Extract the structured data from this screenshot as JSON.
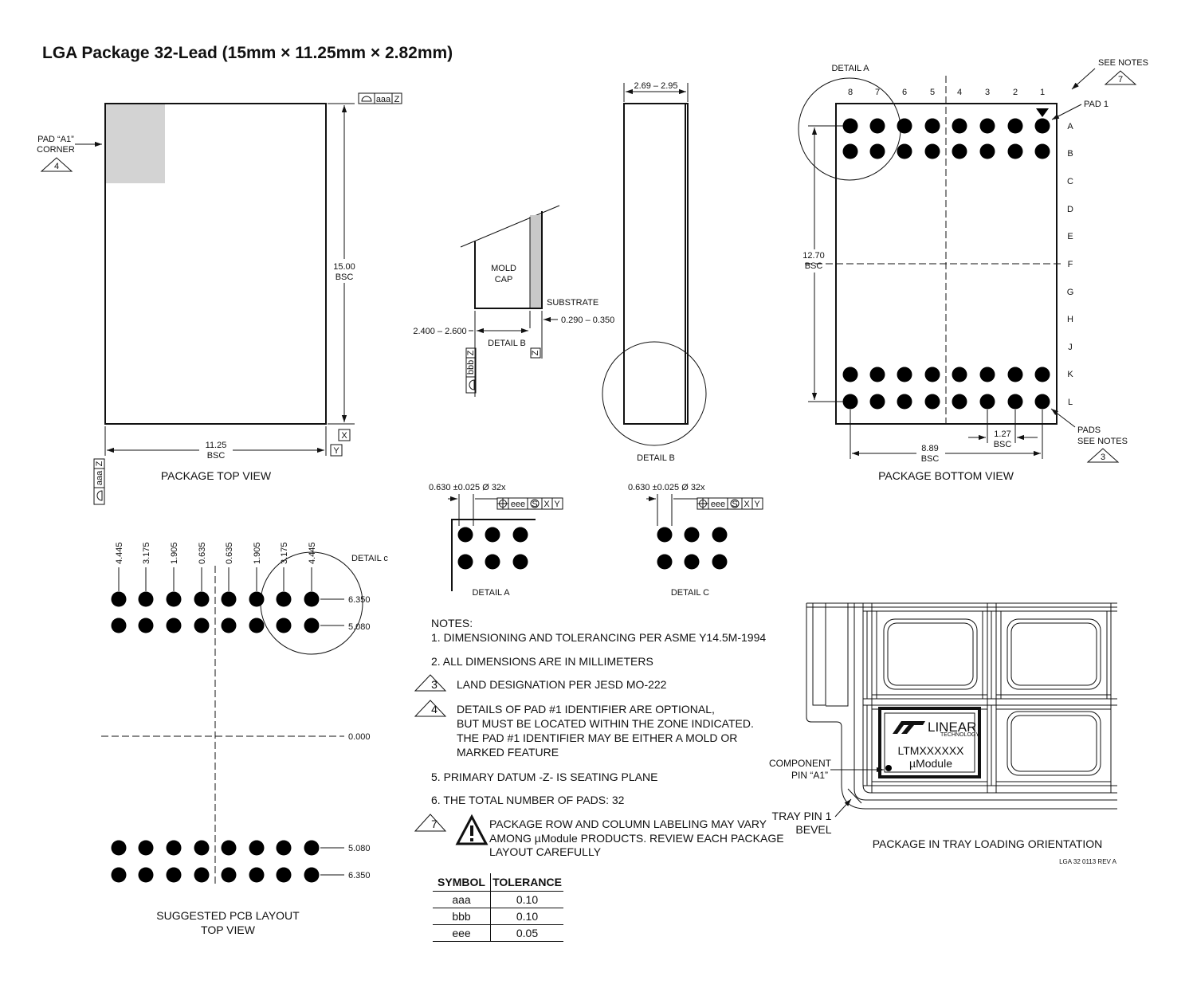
{
  "title": "LGA Package  32-Lead (15mm × 11.25mm × 2.82mm)",
  "top_view": {
    "caption": "PACKAGE TOP VIEW",
    "pad_a1_corner": [
      "PAD “A1”",
      "CORNER"
    ],
    "note_ref": "4",
    "height_dim": [
      "15.00",
      "BSC"
    ],
    "width_dim": [
      "11.25",
      "BSC"
    ],
    "datum_x": "X",
    "datum_y": "Y",
    "fcf_aaa": [
      "aaa",
      "Z"
    ]
  },
  "detail_b": {
    "mold_cap": [
      "MOLD",
      "CAP"
    ],
    "substrate": "SUBSTRATE",
    "sub_dim": "0.290 – 0.350",
    "mold_dim": "2.400 – 2.600",
    "label": "DETAIL B",
    "datum_z": "Z",
    "fcf_bbb": [
      "bbb",
      "Z"
    ]
  },
  "side_view": {
    "thickness_dim": "2.69 – 2.95",
    "detail_label": "DETAIL B"
  },
  "bottom_view": {
    "caption": "PACKAGE BOTTOM VIEW",
    "detail_a": "DETAIL A",
    "see_notes_7": "SEE NOTES",
    "note_7": "7",
    "pad1": "PAD 1",
    "columns": [
      "8",
      "7",
      "6",
      "5",
      "4",
      "3",
      "2",
      "1"
    ],
    "rows": [
      "A",
      "B",
      "C",
      "D",
      "E",
      "F",
      "G",
      "H",
      "J",
      "K",
      "L"
    ],
    "height_dim": [
      "12.70",
      "BSC"
    ],
    "width_dim": [
      "8.89",
      "BSC"
    ],
    "pitch_dim": [
      "1.27",
      "BSC"
    ],
    "pads_notes": [
      "PADS",
      "SEE NOTES"
    ],
    "note_3": "3"
  },
  "detail_a_view": {
    "dim": "0.630 ±0.025 Ø 32x",
    "fcf": [
      "eee",
      "S",
      "X",
      "Y"
    ],
    "label": "DETAIL A"
  },
  "detail_c_view": {
    "dim": "0.630 ±0.025 Ø 32x",
    "fcf": [
      "eee",
      "S",
      "X",
      "Y"
    ],
    "label": "DETAIL C"
  },
  "pcb_layout": {
    "caption": [
      "SUGGESTED PCB LAYOUT",
      "TOP VIEW"
    ],
    "detail_c": "DETAIL c",
    "x_labels": [
      "4.445",
      "3.175",
      "1.905",
      "0.635",
      "0.635",
      "1.905",
      "3.175",
      "4.445"
    ],
    "y_labels": [
      "6.350",
      "5.080",
      "0.000",
      "5.080",
      "6.350"
    ]
  },
  "notes": {
    "heading": "NOTES:",
    "n1": "1. DIMENSIONING AND TOLERANCING PER ASME Y14.5M-1994",
    "n2": "2. ALL DIMENSIONS ARE IN MILLIMETERS",
    "n3_num": "3",
    "n3": "LAND DESIGNATION PER JESD MO-222",
    "n4_num": "4",
    "n4": [
      "DETAILS OF PAD #1 IDENTIFIER ARE OPTIONAL,",
      "BUT MUST BE LOCATED WITHIN THE ZONE INDICATED.",
      "THE PAD #1 IDENTIFIER MAY BE EITHER A MOLD OR",
      "MARKED FEATURE"
    ],
    "n5": "5. PRIMARY DATUM -Z- IS SEATING PLANE",
    "n6": "6. THE TOTAL NUMBER OF PADS: 32",
    "n7_num": "7",
    "n7": [
      "PACKAGE ROW AND COLUMN LABELING MAY VARY",
      "AMONG µModule PRODUCTS. REVIEW EACH PACKAGE",
      "LAYOUT CAREFULLY"
    ]
  },
  "tolerance_table": {
    "headers": [
      "SYMBOL",
      "TOLERANCE"
    ],
    "rows": [
      [
        "aaa",
        "0.10"
      ],
      [
        "bbb",
        "0.10"
      ],
      [
        "eee",
        "0.05"
      ]
    ]
  },
  "tray": {
    "caption": "PACKAGE IN TRAY LOADING ORIENTATION",
    "brand": "LINEAR",
    "brand_sub": "TECHNOLOGY",
    "part": "LTMXXXXXX",
    "part_sub": "µModule",
    "component_pin": [
      "COMPONENT",
      "PIN “A1”"
    ],
    "tray_pin": [
      "TRAY PIN 1",
      "BEVEL"
    ],
    "rev": "LGA 32 0113 REV A"
  }
}
